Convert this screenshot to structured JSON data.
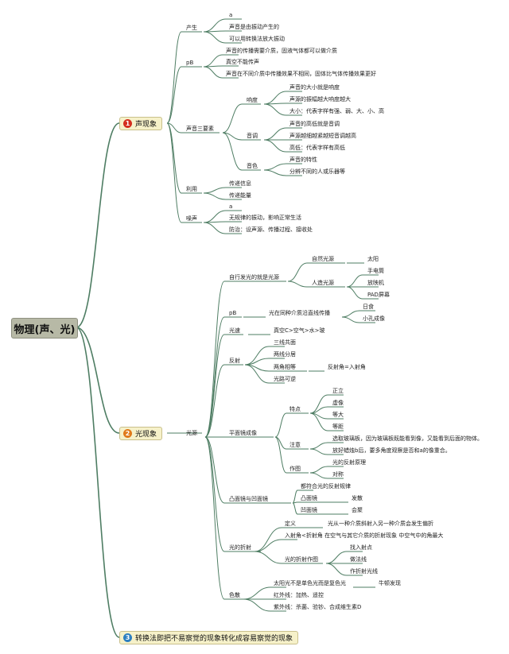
{
  "root": "物理(声、光)",
  "colors": {
    "line": "#4e7d63",
    "num1": "#d42e1e",
    "num2": "#e07a1a",
    "num3": "#2d7fc0",
    "main_bg": "#f6f1c9",
    "root_bg": "#b7b9a6"
  },
  "sound": {
    "num": "1",
    "title": "声现象",
    "produce": {
      "label": "产生",
      "items": [
        "a",
        "声音是由振动产生的",
        "可以用转换法放大振动"
      ]
    },
    "pb": {
      "label": "pB",
      "items": [
        "声音的传播需要介质，固液气体都可以做介质",
        "真空不能传声",
        "声音在不同介质中传播效果不相同，固体比气体传播效果更好"
      ]
    },
    "three": {
      "label": "声音三要素",
      "loud": {
        "label": "响度",
        "items": [
          "声音的大小就是响度",
          "声源的振幅越大响度越大",
          "大小：代表字样有强、弱、大、小、高"
        ]
      },
      "pitch": {
        "label": "音调",
        "items": [
          "声音的高低就是音调",
          "声源越细越紧越短音调越高",
          "高低：代表字样有高低"
        ]
      },
      "timbre": {
        "label": "音色",
        "items": [
          "声音的特性",
          "分辨不同的人或乐器等"
        ]
      }
    },
    "use": {
      "label": "利用",
      "items": [
        "传递信息",
        "传递能量"
      ]
    },
    "noise": {
      "label": "噪声",
      "items": [
        "a",
        "无规律的振动，影响正常生活",
        "防治：设声源、传播过程、接收处"
      ]
    }
  },
  "light": {
    "num": "2",
    "title": "光现象",
    "source": "光源",
    "self_lit": {
      "label": "自行发光的就是光源",
      "natural": {
        "label": "自然光源",
        "items": [
          "太阳"
        ]
      },
      "artificial": {
        "label": "人造光源",
        "items": [
          "手电筒",
          "放映机",
          "PAD屏幕"
        ]
      }
    },
    "pb": {
      "label": "pB",
      "line": "光在同种介质沿直线传播",
      "items": [
        "日食",
        "小孔成像"
      ]
    },
    "speed": {
      "label": "光速",
      "value": "真空C>空气>水>玻"
    },
    "reflect": {
      "label": "反射",
      "items": [
        "三线共面",
        "两线分居",
        "两角相等",
        "光路可逆"
      ],
      "angle": "反射角=入射角"
    },
    "mirror": {
      "label": "平面镜成像",
      "feature": {
        "label": "特点",
        "items": [
          "正立",
          "虚像",
          "等大",
          "等距"
        ]
      },
      "note": {
        "label": "注意",
        "items": [
          "选取玻璃板，因为玻璃板既能看到像，又能看到后面的物体。",
          "放好蜡烛b后，要多角度观察是否和a的像重合。"
        ]
      },
      "draw": {
        "label": "作图",
        "items": [
          "光的反射原理",
          "对称"
        ]
      }
    },
    "lens": {
      "label": "凸面镜与凹面镜",
      "rule": "都符合光的反射规律",
      "convex": {
        "label": "凸面镜",
        "effect": "发散"
      },
      "concave": {
        "label": "凹面镜",
        "effect": "会聚"
      }
    },
    "refract": {
      "label": "光的折射",
      "definition": {
        "label": "定义",
        "text": "光从一种介质斜射入另一种介质会发生偏折"
      },
      "angle": "入射角<折射角 在空气与其它介质的折射现象 中空气中的角最大",
      "draw": {
        "label": "光的折射作图",
        "items": [
          "找入射点",
          "做法线",
          "作折射光线"
        ]
      }
    },
    "disperse": {
      "label": "色散",
      "items": [
        "太阳光不是单色光而是复色光",
        "红外线：加热、遥控",
        "紫外线：杀菌、验钞、合成维生素D"
      ],
      "newton": "牛顿发现"
    }
  },
  "method": {
    "num": "3",
    "title": "转换法即把不易察觉的现象转化成容易察觉的现象"
  }
}
